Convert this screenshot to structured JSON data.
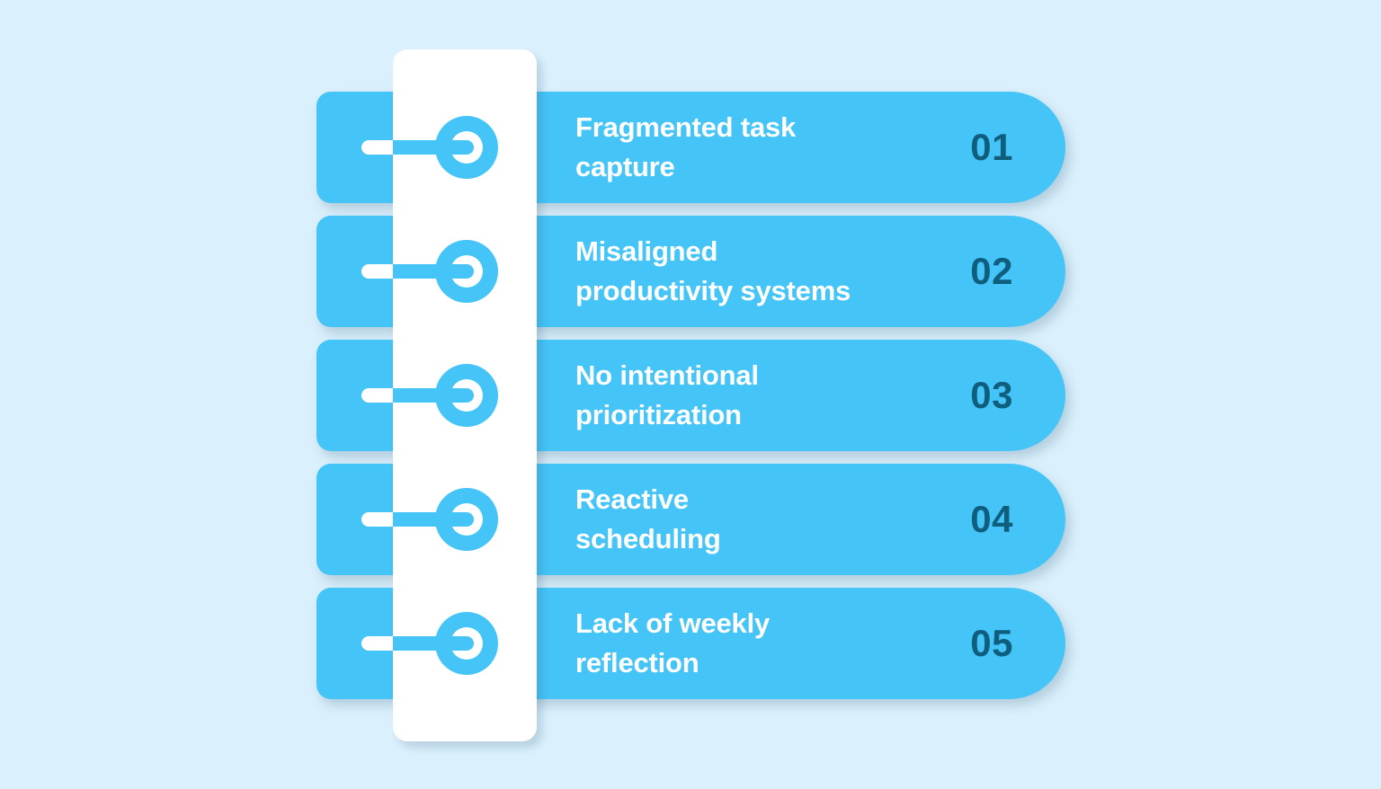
{
  "canvas": {
    "background_color": "#daf0fc",
    "bar_color": "#45c4f7",
    "card_color": "#ffffff",
    "label_color": "#ffffff",
    "number_color": "#0f5e7e"
  },
  "list": {
    "items": [
      {
        "number": "01",
        "line1": "Fragmented task",
        "line2": "capture",
        "icon": "key-link-icon"
      },
      {
        "number": "02",
        "line1": "Misaligned",
        "line2": "productivity systems",
        "icon": "key-link-icon"
      },
      {
        "number": "03",
        "line1": "No intentional",
        "line2": "prioritization",
        "icon": "key-link-icon"
      },
      {
        "number": "04",
        "line1": "Reactive",
        "line2": "scheduling",
        "icon": "key-link-icon"
      },
      {
        "number": "05",
        "line1": "Lack of weekly",
        "line2": "reflection",
        "icon": "key-link-icon"
      }
    ]
  }
}
